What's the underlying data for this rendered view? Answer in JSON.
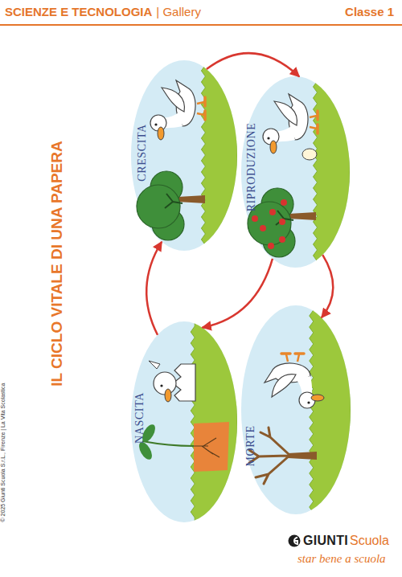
{
  "diagram": {
    "title": "IL CICLO VITALE DI UNA PAPERA",
    "nodes": [
      {
        "text": [
          "CRESCITA"
        ]
      },
      {
        "text": [
          "RIPRODUZIONE"
        ]
      },
      {
        "text": [
          "NASCITA"
        ]
      },
      {
        "text": [
          "MORTE"
        ]
      }
    ],
    "edges": [
      {
        "from": 0,
        "to": 1,
        "arrow": "to"
      },
      {
        "from": 1,
        "to": 2,
        "arrow": "to"
      },
      {
        "from": 1,
        "to": 3,
        "arrow": "to"
      },
      {
        "from": 2,
        "to": 0,
        "arrow": "to"
      }
    ],
    "labels": [
      "SCIENZE E TECNOLOGIA",
      "| Gallery",
      "Classe 1",
      "© 2025 Giunti Scuola S.r.L., Firenze | La Vita Scolastica",
      "GIUNTI",
      "Scuola",
      "star bene a scuola"
    ]
  }
}
